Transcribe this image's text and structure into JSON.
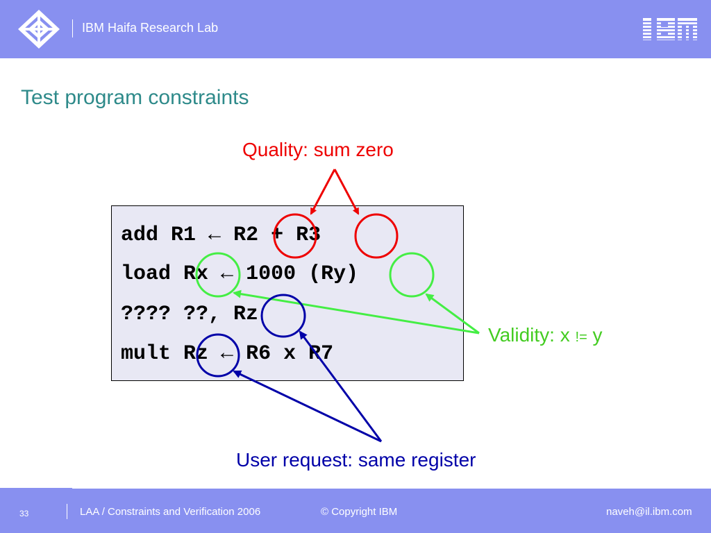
{
  "header": {
    "lab_name": "IBM Haifa Research Lab",
    "brand_logo": "IBM",
    "logo_icon": "diamond-emblem-icon",
    "background_color": "#8890f0"
  },
  "slide": {
    "title": "Test program constraints",
    "code_lines": [
      {
        "parts": [
          "add R1 ",
          " ",
          "R2",
          " + ",
          "R3"
        ]
      },
      {
        "parts": [
          "load ",
          "Rx",
          " ",
          " 1000 (",
          "Ry",
          ")"
        ]
      },
      {
        "parts": [
          "???? ??, ",
          "Rz"
        ]
      },
      {
        "parts": [
          "mult ",
          "Rz",
          " ",
          " R6 x R7"
        ]
      }
    ],
    "arrow_icon": "left-arrow-icon",
    "annotations": {
      "quality": {
        "label": "Quality: sum zero",
        "color": "#ee0000"
      },
      "validity": {
        "prefix": "Validity: x ",
        "op": "!=",
        "suffix": " y",
        "color": "#44cc22"
      },
      "user": {
        "label": "User request: same register",
        "color": "#0000a8"
      }
    }
  },
  "footer": {
    "page_number": "33",
    "event": "LAA / Constraints and Verification 2006",
    "copyright": "© Copyright IBM",
    "email": "naveh@il.ibm.com"
  }
}
